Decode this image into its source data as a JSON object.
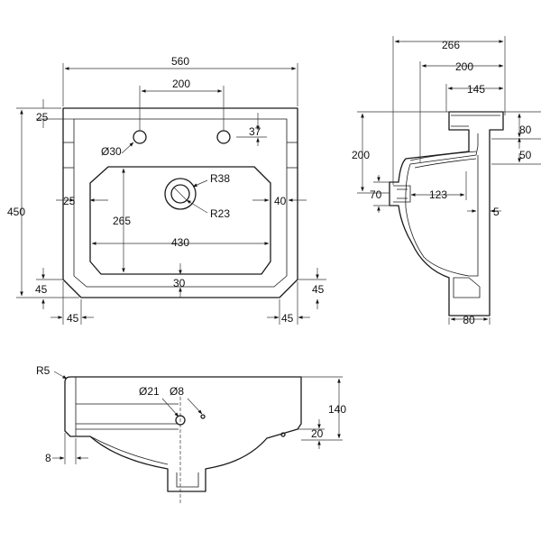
{
  "labels": {
    "plan_overall_width": "560",
    "plan_tap_spacing": "200",
    "plan_top_margin": "25",
    "plan_tap_offset": "37",
    "plan_tap_hole": "Ø30",
    "plan_overall_depth": "450",
    "plan_side_margin": "25",
    "plan_right_margin": "40",
    "plan_waste_outer": "R38",
    "plan_waste_inner": "R23",
    "plan_bowl_depth": "265",
    "plan_bowl_width": "430",
    "plan_front_margin": "30",
    "plan_chamfer_left_v": "45",
    "plan_chamfer_right_v": "45",
    "plan_chamfer_left_h": "45",
    "plan_chamfer_right_h": "45",
    "side_overall": "266",
    "side_200": "200",
    "side_145": "145",
    "side_height": "200",
    "side_80": "80",
    "side_50": "50",
    "side_70": "70",
    "side_123": "123",
    "side_5": "5",
    "side_foot": "80",
    "front_radius": "R5",
    "front_hole_21": "Ø21",
    "front_hole_8": "Ø8",
    "front_height": "140",
    "front_20": "20",
    "front_8": "8"
  }
}
